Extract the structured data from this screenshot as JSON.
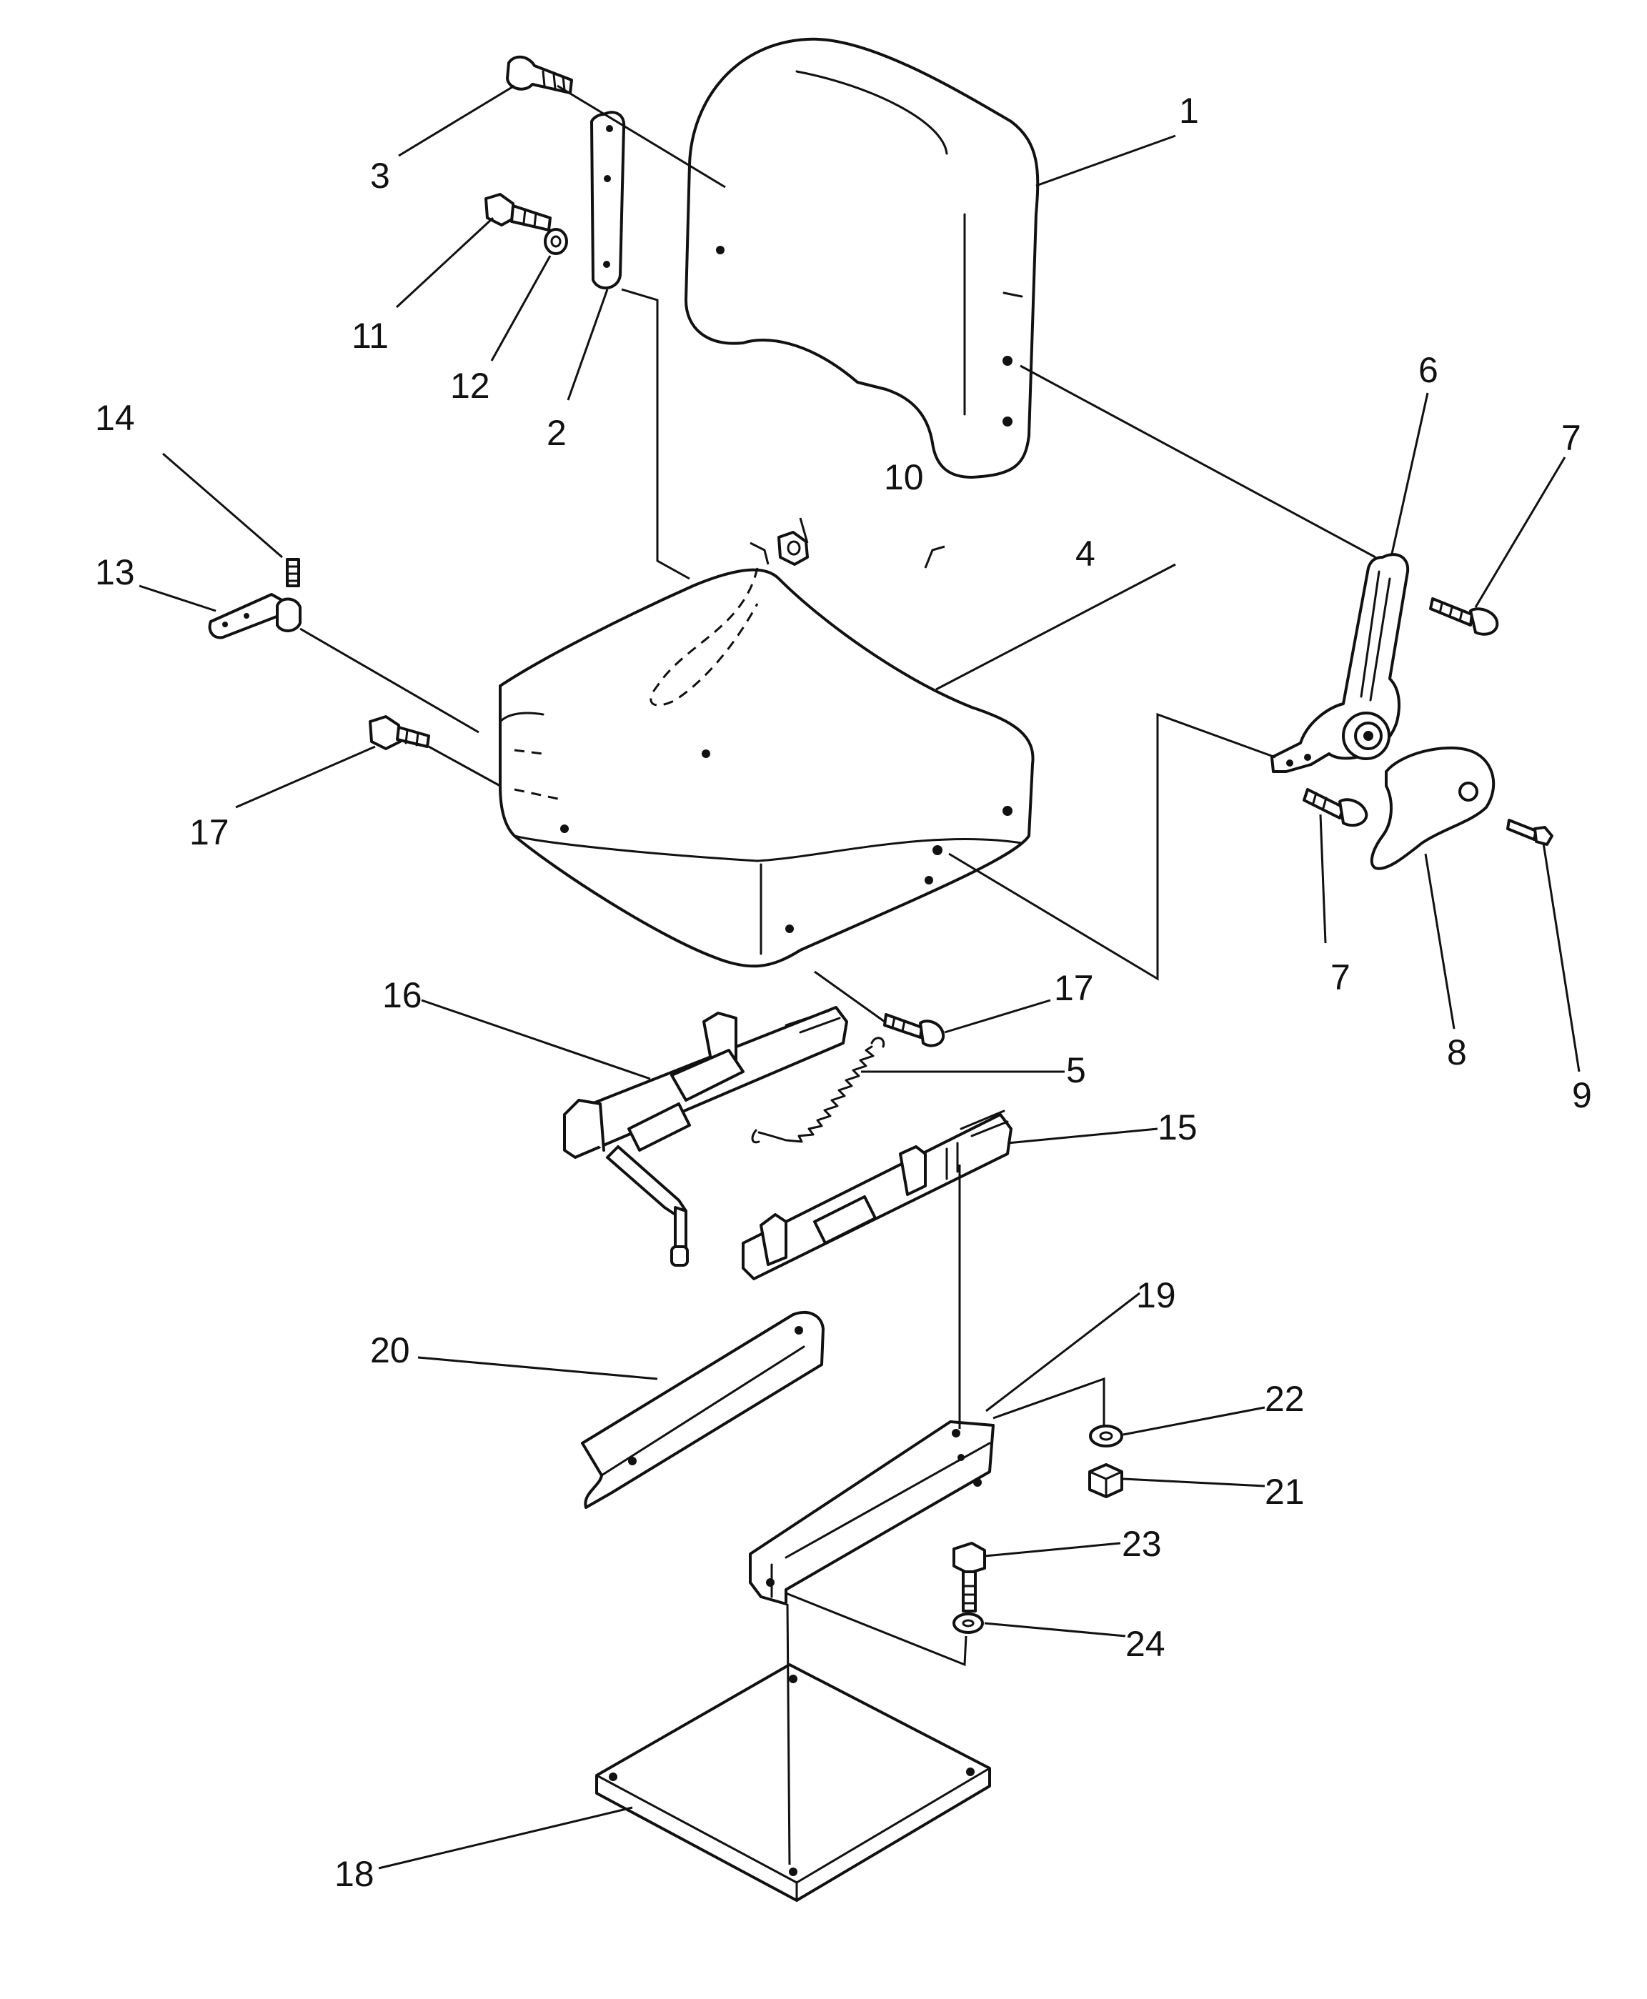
{
  "callouts": {
    "c1": "1",
    "c2": "2",
    "c3": "3",
    "c4": "4",
    "c5": "5",
    "c6": "6",
    "c7a": "7",
    "c7b": "7",
    "c8": "8",
    "c9": "9",
    "c10": "10",
    "c11": "11",
    "c12": "12",
    "c13": "13",
    "c14": "14",
    "c15": "15",
    "c16": "16",
    "c17a": "17",
    "c17b": "17",
    "c18": "18",
    "c19": "19",
    "c20": "20",
    "c21": "21",
    "c22": "22",
    "c23": "23",
    "c24": "24"
  }
}
